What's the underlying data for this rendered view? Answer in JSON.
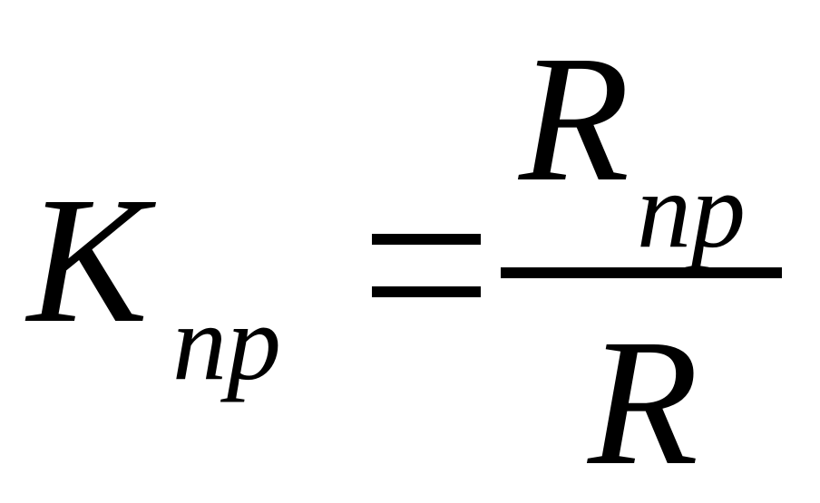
{
  "formula": {
    "lhs": {
      "base": "K",
      "subscript": "np"
    },
    "equals": "=",
    "rhs": {
      "numerator": {
        "base": "R",
        "subscript": "np"
      },
      "denominator": {
        "base": "R"
      }
    }
  }
}
